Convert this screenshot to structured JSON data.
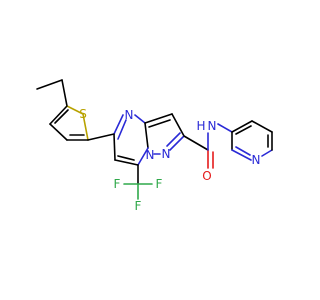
{
  "molecule": {
    "atoms": [
      {
        "id": "s1",
        "symbol": "S",
        "color": "#b8a200"
      },
      {
        "id": "n1",
        "symbol": "N",
        "color": "#2a2ad6"
      },
      {
        "id": "n2",
        "symbol": "N",
        "color": "#2a2ad6"
      },
      {
        "id": "n3",
        "symbol": "N",
        "color": "#2a2ad6"
      },
      {
        "id": "nh",
        "symbol": "N",
        "color": "#2a2ad6"
      },
      {
        "id": "h",
        "symbol": "H",
        "color": "#2a2ad6"
      },
      {
        "id": "npy",
        "symbol": "N",
        "color": "#2a2ad6"
      },
      {
        "id": "o1",
        "symbol": "O",
        "color": "#e41a1a"
      },
      {
        "id": "f1",
        "symbol": "F",
        "color": "#2fa84a"
      },
      {
        "id": "f2",
        "symbol": "F",
        "color": "#2fa84a"
      },
      {
        "id": "f3",
        "symbol": "F",
        "color": "#2fa84a"
      }
    ]
  }
}
